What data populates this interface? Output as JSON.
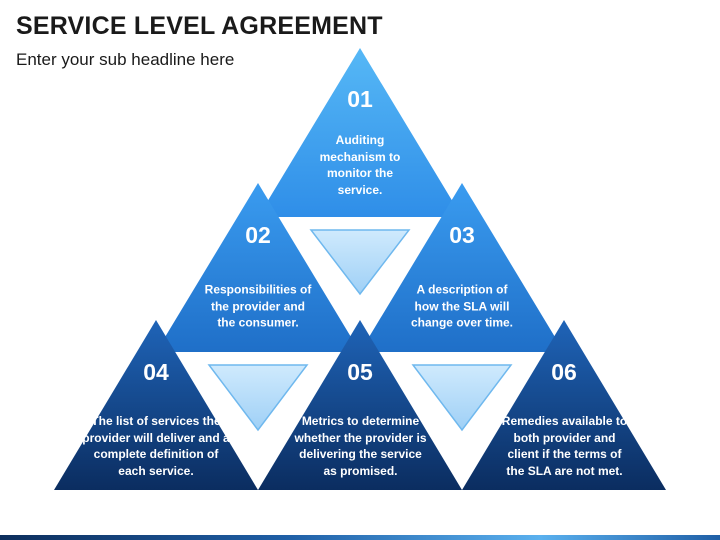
{
  "header": {
    "title": "SERVICE LEVEL AGREEMENT",
    "subtitle": "Enter your sub headline here"
  },
  "colors": {
    "tier1_top": "#56b8f6",
    "tier1_bottom": "#2f8ee8",
    "tier2_top": "#3a9cf0",
    "tier2_bottom": "#1f6fc8",
    "tier3_top": "#1f64b8",
    "tier3_bottom": "#0b2d60",
    "inverted_fill": "#bfe2fb",
    "inverted_stroke": "#6fb8ee"
  },
  "sections": [
    {
      "number": "01",
      "text": "Auditing mechanism to monitor the service."
    },
    {
      "number": "02",
      "text": "Responsibilities of the provider and the consumer."
    },
    {
      "number": "03",
      "text": "A description of how the SLA will change over time."
    },
    {
      "number": "04",
      "text": "The list of services the provider will deliver and a complete definition of each service."
    },
    {
      "number": "05",
      "text": "Metrics to determine whether the provider is delivering the service as promised."
    },
    {
      "number": "06",
      "text": "Remedies available to both provider and client if the terms of the SLA are not met."
    }
  ]
}
